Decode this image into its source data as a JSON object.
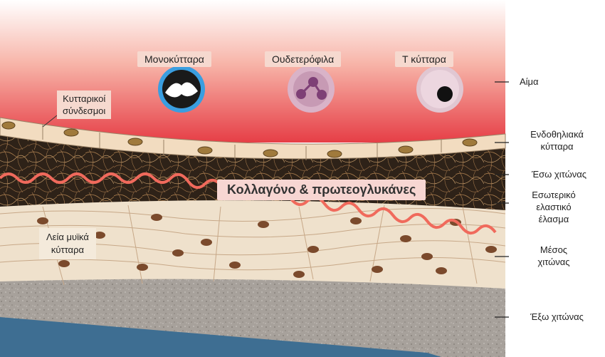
{
  "cells": {
    "monocytes": "Μονοκύτταρα",
    "neutrophils": "Ουδετερόφιλα",
    "t_cells": "Τ κύτταρα"
  },
  "junctions": [
    "Κυτταρικοί",
    "σύνδεσμοι"
  ],
  "collagen_label": "Κολλαγόνο & πρωτεογλυκάνες",
  "smc_label": [
    "Λεία μυϊκά",
    "κύτταρα"
  ],
  "layers": {
    "blood": "Αίμα",
    "endothelial": [
      "Ενδοθηλιακά",
      "κύτταρα"
    ],
    "intima": "Έσω χιτώνας",
    "iel": [
      "Εσωτερικό",
      "ελαστικό",
      "έλασμα"
    ],
    "media": [
      "Μέσος",
      "χιτώνας"
    ],
    "adventitia": "Έξω χιτώνας"
  },
  "arrow_glyph": "←",
  "colors": {
    "blood_top": "#ffffff",
    "blood_bottom": "#e8484c",
    "endothelium": "#f2dcc0",
    "intima": "#3a2a1c",
    "collagen_fiber": "#b98a55",
    "elastic_lamina": "#f06a5c",
    "media": "#efe1cc",
    "adventitia": "#a39c96",
    "lumen_bottom": "#3e6e92"
  }
}
